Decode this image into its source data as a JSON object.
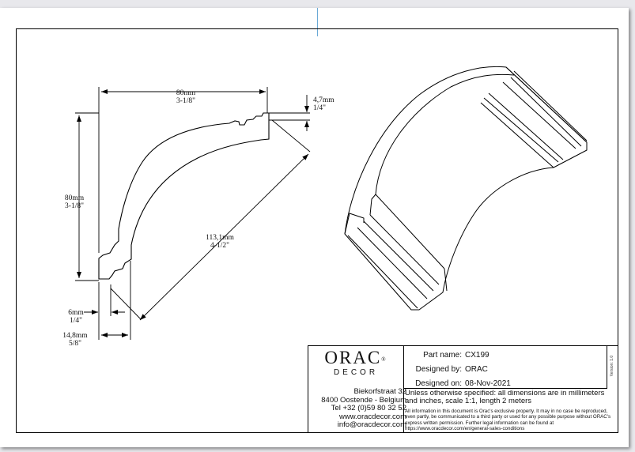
{
  "dimensions": {
    "top_width": {
      "mm": "80mm",
      "inch": "3-1/8\""
    },
    "top_step": {
      "mm": "4,7mm",
      "inch": "1/4\""
    },
    "height": {
      "mm": "80mm",
      "inch": "3-1/8\""
    },
    "diagonal": {
      "mm": "113,1mm",
      "inch": "4-1/2\""
    },
    "bottom_step": {
      "mm": "6mm",
      "inch": "1/4\""
    },
    "bottom_width": {
      "mm": "14,8mm",
      "inch": "5/8\""
    }
  },
  "logo": {
    "main": "ORAC",
    "registered": "®",
    "sub": "DECOR"
  },
  "address": {
    "street": "Biekorfstraat 32",
    "city": "8400 Oostende - Belgium",
    "phone": "Tel  +32 (0)59 80 32 52",
    "web": "www.oracdecor.com",
    "email": "info@oracdecor.com"
  },
  "info": {
    "part_label": "Part name:",
    "part_value": "CX199",
    "designer_label": "Designed by:",
    "designer_value": "ORAC",
    "date_label": "Designed on:",
    "date_value": "08-Nov-2021"
  },
  "version": "Version: 1.0",
  "unless_text": "Unless otherwise specified: all dimensions are in millimeters and inches, scale 1:1, length 2 meters",
  "legal_text": "All information in this document is Orac's exclusive property.  It may in no case be reproduced, even partly, be communicated to a third party or used for any possible purpose without ORAC's express written permission. Further legal information can be found at https://www.oracdecor.com/en/general-sales-conditions"
}
